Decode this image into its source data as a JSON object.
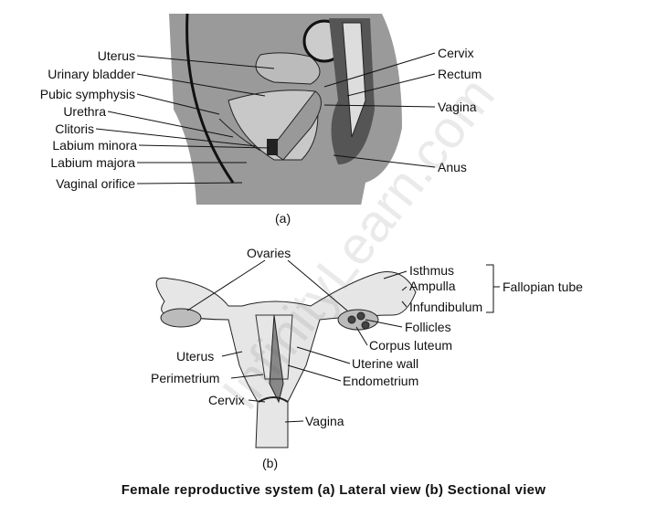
{
  "figure_a": {
    "sublabel": "(a)",
    "left_labels": [
      "Uterus",
      "Urinary bladder",
      "Pubic symphysis",
      "Urethra",
      "Clitoris",
      "Labium minora",
      "Labium majora",
      "Vaginal orifice"
    ],
    "right_labels": [
      "Cervix",
      "Rectum",
      "Vagina",
      "Anus"
    ]
  },
  "figure_b": {
    "sublabel": "(b)",
    "ovaries": "Ovaries",
    "isthmus": "Isthmus",
    "ampulla": "Ampulla",
    "infundibulum": "Infundibulum",
    "fallopian_tube": "Fallopian tube",
    "follicles": "Follicles",
    "corpus_luteum": "Corpus luteum",
    "uterine_wall": "Uterine wall",
    "endometrium": "Endometrium",
    "uterus": "Uterus",
    "perimetrium": "Perimetrium",
    "cervix": "Cervix",
    "vagina": "Vagina"
  },
  "caption": "Female reproductive system  (a) Lateral view (b) Sectional view",
  "watermark": "InfinityLearn.com"
}
